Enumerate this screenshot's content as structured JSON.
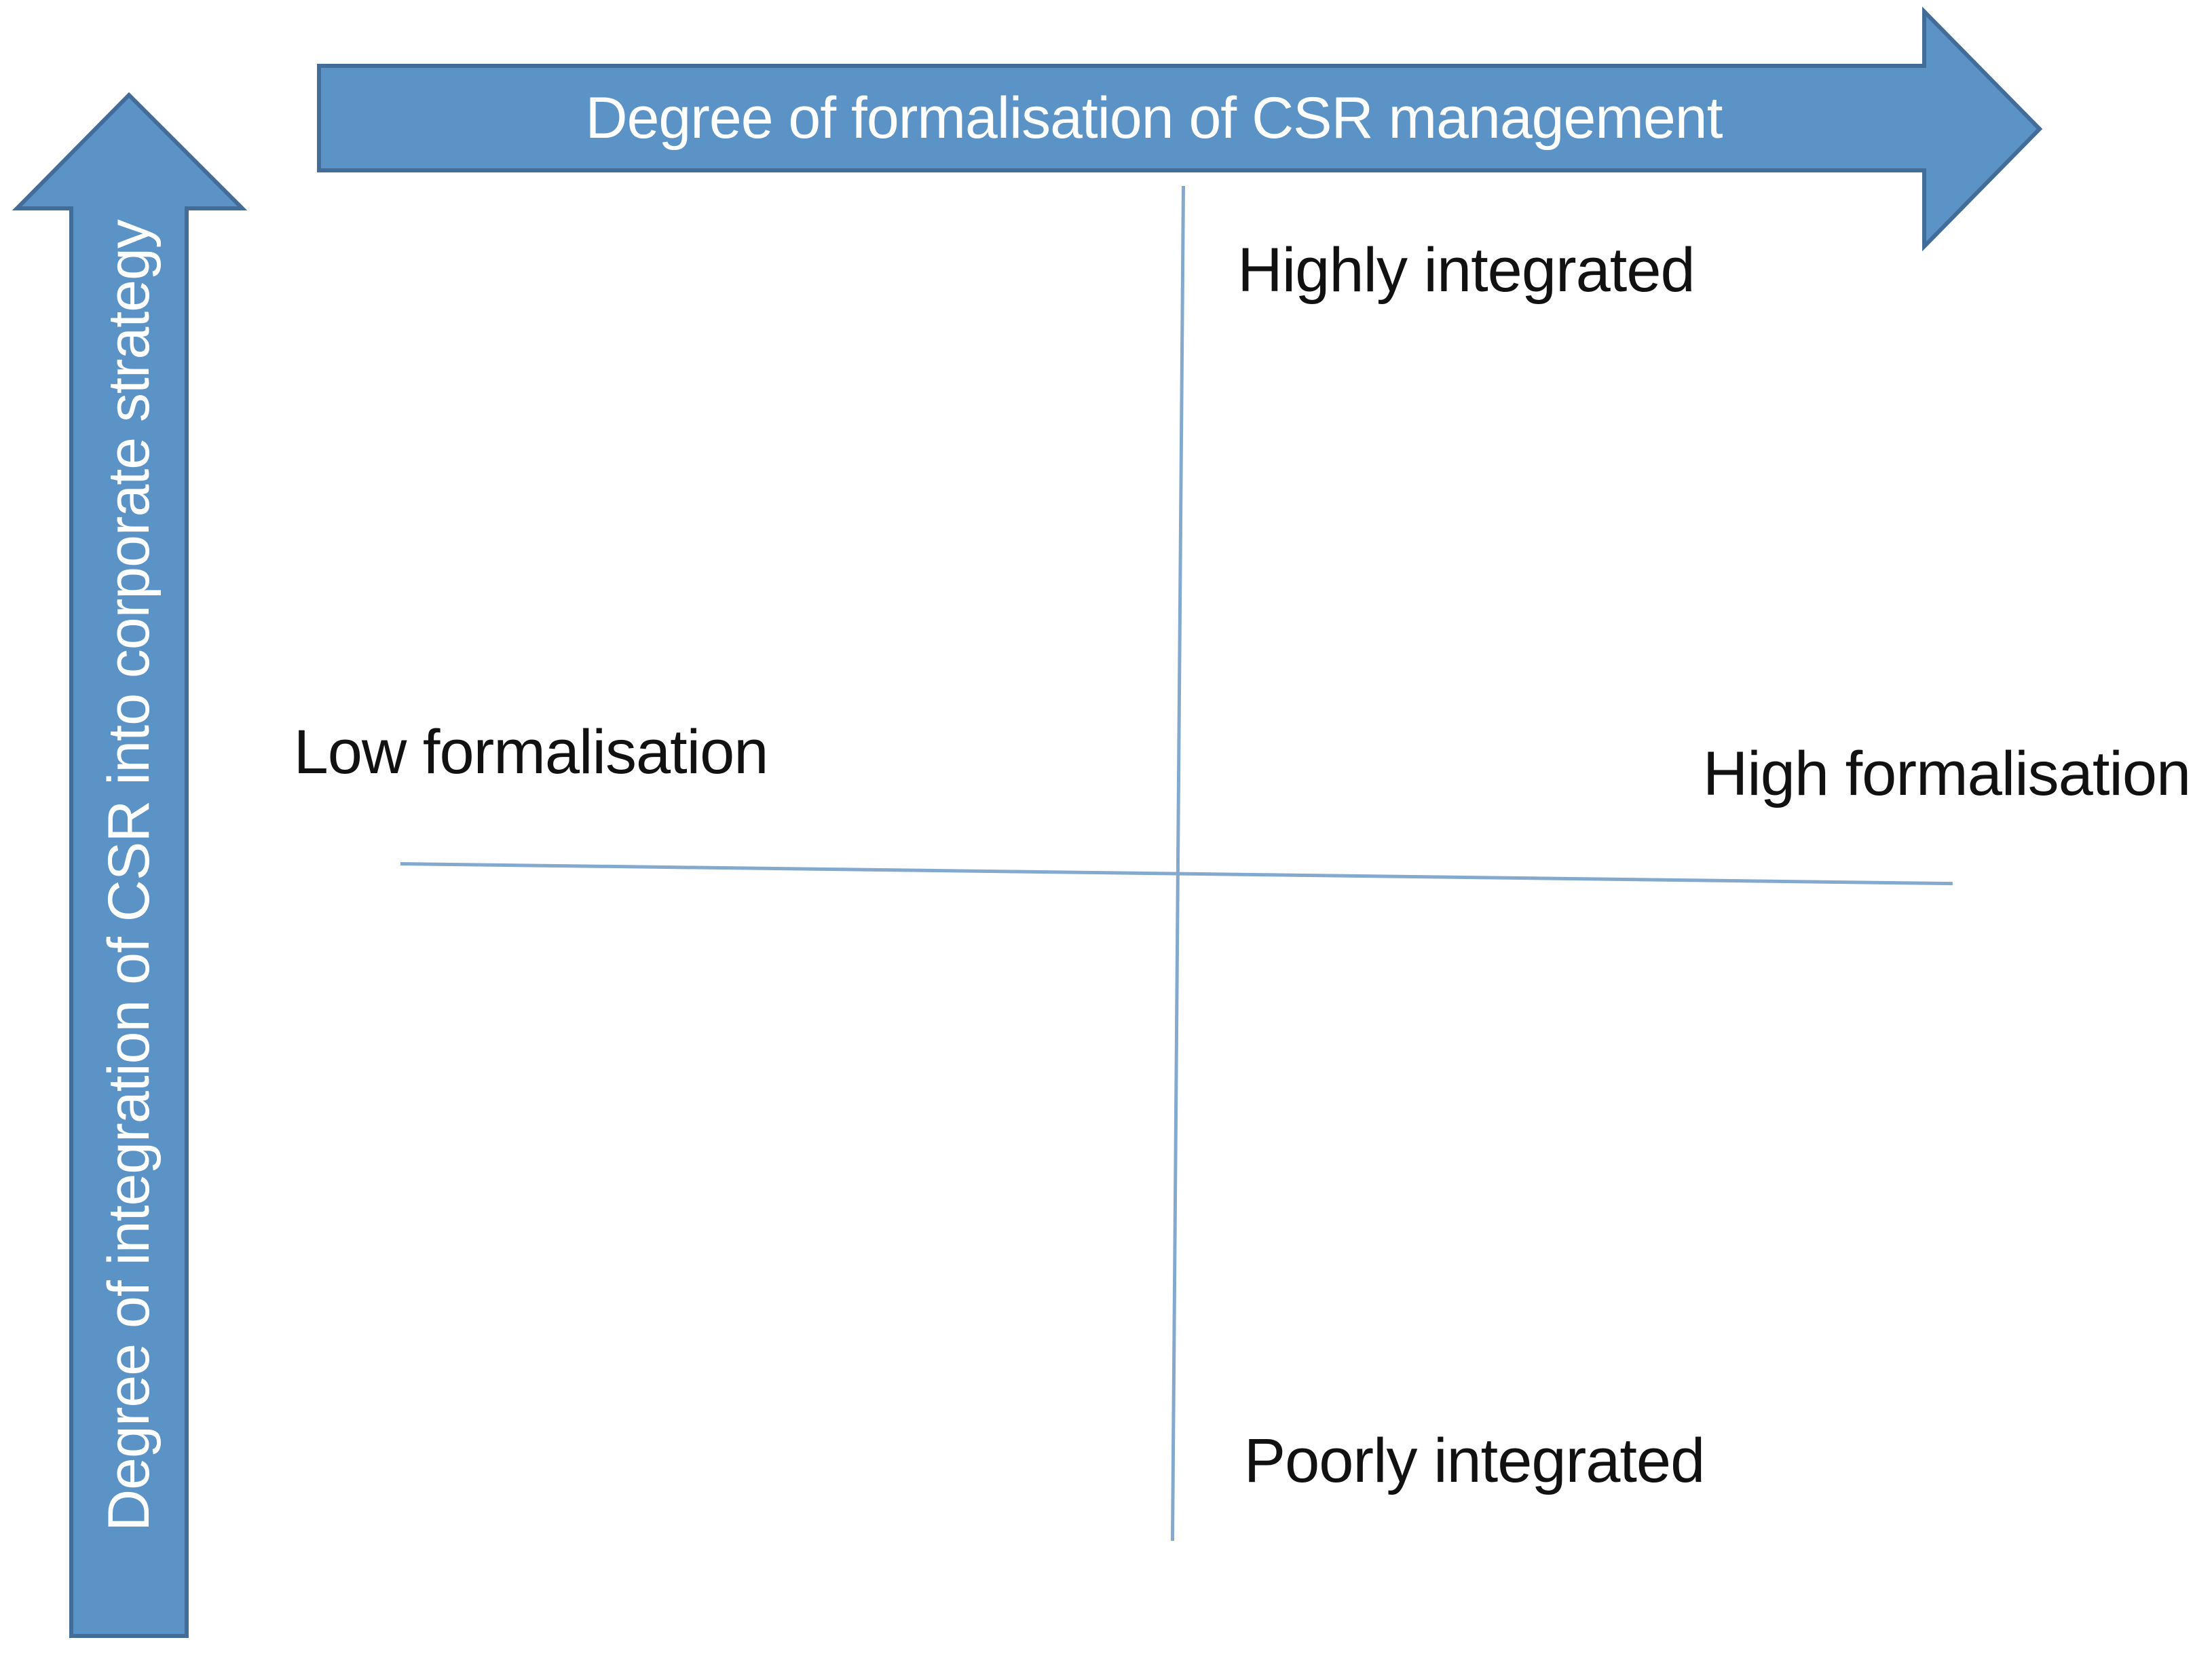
{
  "diagram": {
    "x_axis_label": "Degree of formalisation of CSR management",
    "y_axis_label": "Degree of integration of CSR into corporate strategy",
    "quadrant_labels": {
      "top": "Highly integrated",
      "bottom": "Poorly integrated",
      "left": "Low formalisation",
      "right": "High formalisation"
    },
    "colors": {
      "arrow_fill": "#5b93c7",
      "arrow_border": "#436d99",
      "axis_line": "#84a9cf",
      "label_text": "#111111",
      "arrow_text": "#ffffff",
      "background": "#ffffff"
    }
  }
}
